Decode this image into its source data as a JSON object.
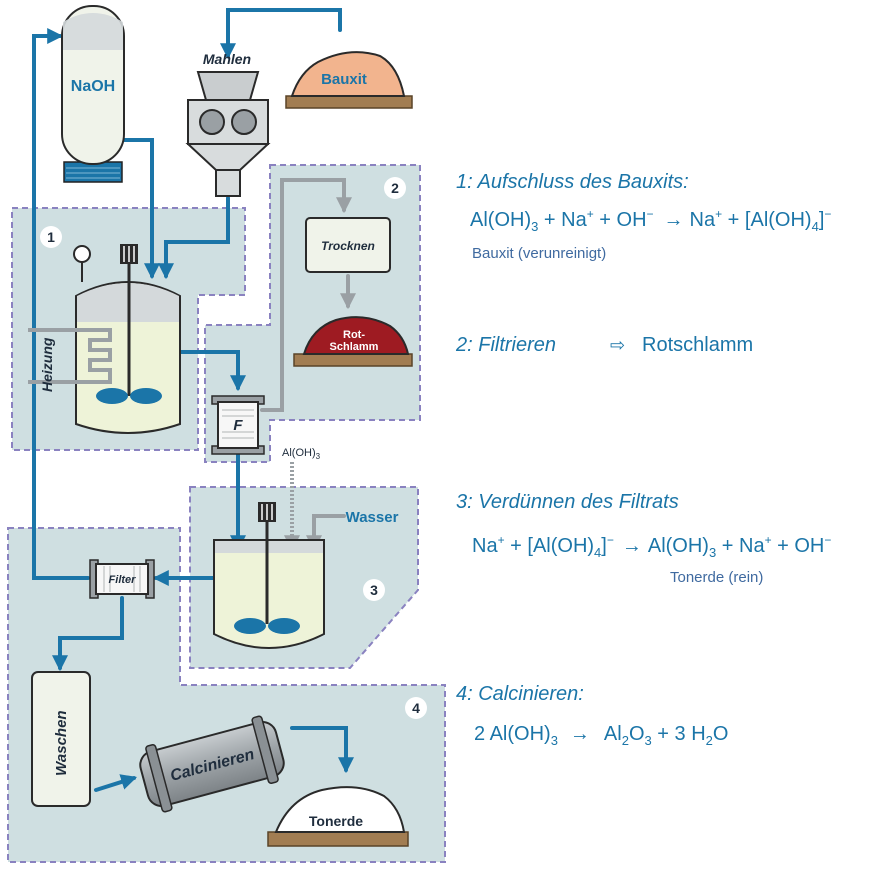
{
  "colors": {
    "zone_fill": "#cfdfe1",
    "zone_border": "#8a82c0",
    "pipe_blue": "#1b75a8",
    "pipe_grey": "#9aa0a4",
    "liquid": "#eef3d8",
    "bauxite": "#f2b48e",
    "red_mud": "#9e1b22",
    "ground": "#a27d52",
    "text_eq": "#1b75a8"
  },
  "labels": {
    "naoh": "NaOH",
    "mahlen": "Mahlen",
    "bauxit": "Bauxit",
    "heizung": "Heizung",
    "filter_f": "F",
    "trocknen": "Trocknen",
    "rotschlamm_line1": "Rot-",
    "rotschlamm_line2": "Schlamm",
    "aloh3_feed": "Al(OH)",
    "aloh3_feed_sub": "3",
    "wasser": "Wasser",
    "filter": "Filter",
    "waschen": "Waschen",
    "calcinieren": "Calcinieren",
    "tonerde": "Tonerde",
    "zone1": "1",
    "zone2": "2",
    "zone3": "3",
    "zone4": "4"
  },
  "steps": {
    "s1_heading": "1: Aufschluss des Bauxits:",
    "s1_eq_a": "Al(OH)",
    "s1_eq_a_sub": "3",
    "s1_eq_b": " + Na",
    "s1_eq_b_sup": "+",
    "s1_eq_c": " + OH",
    "s1_eq_c_sup": "−",
    "s1_eq_arrow": "→",
    "s1_eq_d": "Na",
    "s1_eq_d_sup": "+",
    "s1_eq_e": " + [Al(OH)",
    "s1_eq_e_sub": "4",
    "s1_eq_f": "]",
    "s1_eq_f_sup": "−",
    "s1_note": "Bauxit (verunreinigt)",
    "s2_heading": "2: Filtrieren",
    "s2_arrow": "⇨",
    "s2_result": "Rotschlamm",
    "s3_heading": "3: Verdünnen des Filtrats",
    "s3_eq_a": "Na",
    "s3_eq_a_sup": "+",
    "s3_eq_b": " + [Al(OH)",
    "s3_eq_b_sub": "4",
    "s3_eq_c": "]",
    "s3_eq_c_sup": "−",
    "s3_eq_arrow": "→",
    "s3_eq_d": "Al(OH)",
    "s3_eq_d_sub": "3",
    "s3_eq_e": " + Na",
    "s3_eq_e_sup": "+",
    "s3_eq_f": " + OH",
    "s3_eq_f_sup": "−",
    "s3_note": "Tonerde (rein)",
    "s4_heading": "4: Calcinieren:",
    "s4_eq_a": "2 Al(OH)",
    "s4_eq_a_sub": "3",
    "s4_eq_arrow": "→",
    "s4_eq_b": "Al",
    "s4_eq_b_sub": "2",
    "s4_eq_c": "O",
    "s4_eq_c_sub": "3",
    "s4_eq_d": " + 3 H",
    "s4_eq_d_sub": "2",
    "s4_eq_e": "O"
  }
}
